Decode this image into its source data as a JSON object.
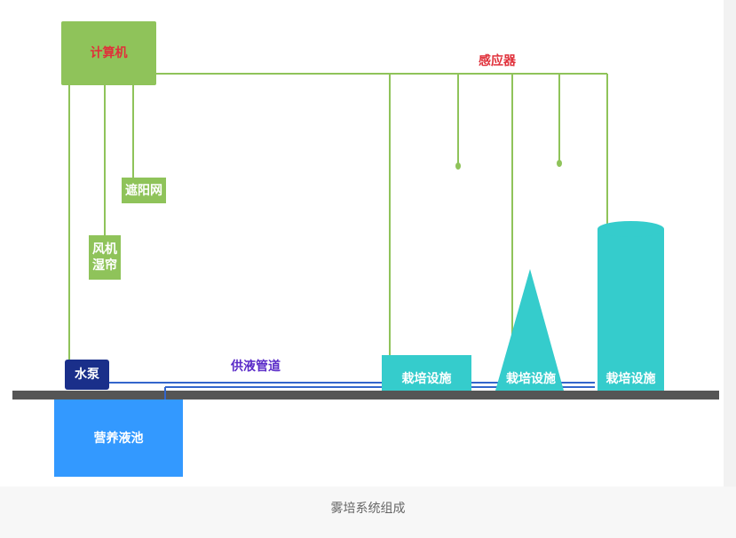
{
  "diagram": {
    "computer": "计算机",
    "sensor": "感应器",
    "shade_net": "遮阳网",
    "fan_line1": "风机",
    "fan_line2": "湿帘",
    "pump": "水泵",
    "supply_pipe": "供液管道",
    "nutrient_pool": "营养液池",
    "cultivation_1": "栽培设施",
    "cultivation_2": "栽培设施",
    "cultivation_3": "栽培设施"
  },
  "caption": "雾培系统组成",
  "colors": {
    "green": "#8fc35a",
    "teal": "#35cccc",
    "navy": "#1a2f8a",
    "pool_blue": "#3399ff",
    "ground": "#555555",
    "red_label": "#e0303a",
    "purple_label": "#5a2bc8"
  }
}
